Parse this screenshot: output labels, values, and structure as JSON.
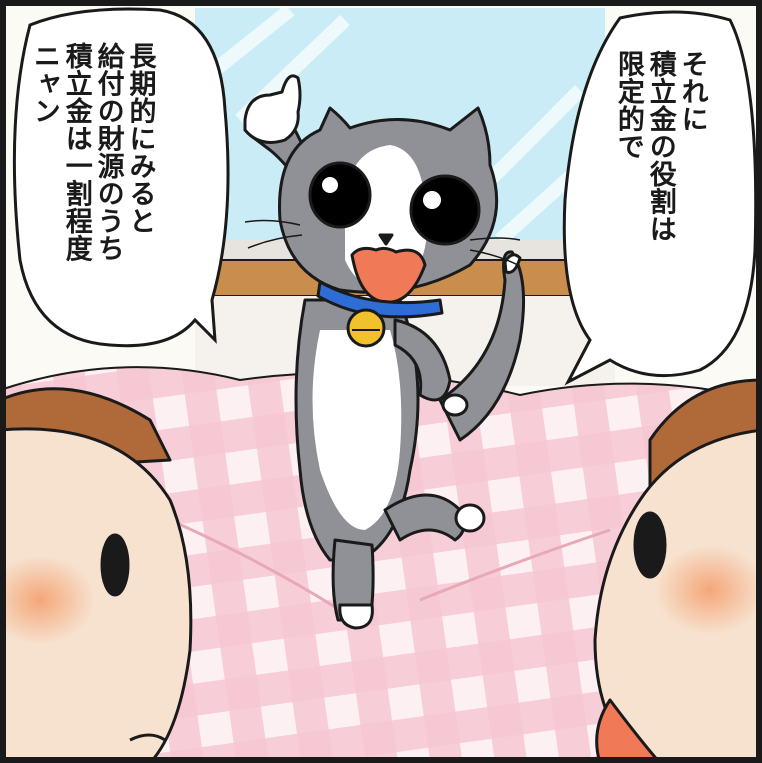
{
  "speech_left": {
    "lines": [
      "長期的にみると",
      "給付の財源のうち",
      "積立金は一割程度",
      "ニャン"
    ]
  },
  "speech_right": {
    "lines": [
      "それに",
      "積立金の役割は",
      "限定的で"
    ]
  },
  "colors": {
    "sky": "#c9ecf7",
    "wall": "#fbfaf5",
    "sill": "#c98d4d",
    "blanket_pink": "#f6c0cd",
    "blanket_white": "#fdf0f3",
    "cat_gray": "#8f9196",
    "collar": "#2e6cd6",
    "bell": "#f0c22b",
    "hair": "#b06a3a",
    "skin": "#f7e2cf",
    "blush": "#f4a884"
  }
}
